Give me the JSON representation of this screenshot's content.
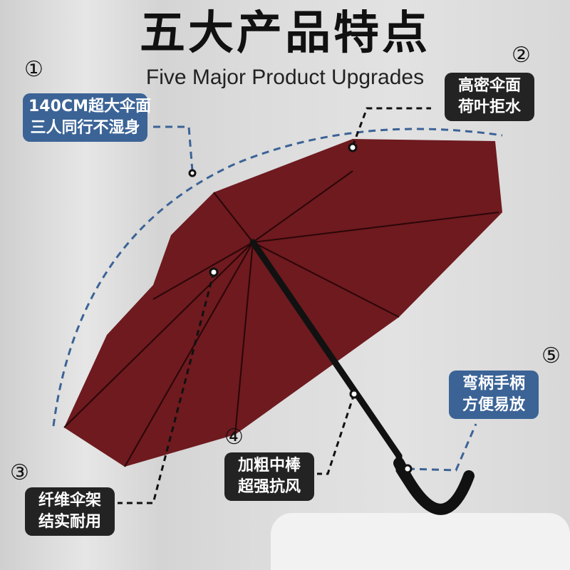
{
  "header": {
    "title": "五大产品特点",
    "subtitle": "Five Major Product Upgrades"
  },
  "features": [
    {
      "number": "①",
      "line1": "140CM超大伞面",
      "line2": "三人同行不湿身"
    },
    {
      "number": "②",
      "line1": "高密伞面",
      "line2": "荷叶拒水"
    },
    {
      "number": "③",
      "line1": "纤维伞架",
      "line2": "结实耐用"
    },
    {
      "number": "④",
      "line1": "加粗中棒",
      "line2": "超强抗风"
    },
    {
      "number": "⑤",
      "line1": "弯柄手柄",
      "line2": "方便易放"
    }
  ],
  "colors": {
    "canopy": "#6e1a1f",
    "blue_box": "#3b6396",
    "dark_box": "#232323"
  }
}
